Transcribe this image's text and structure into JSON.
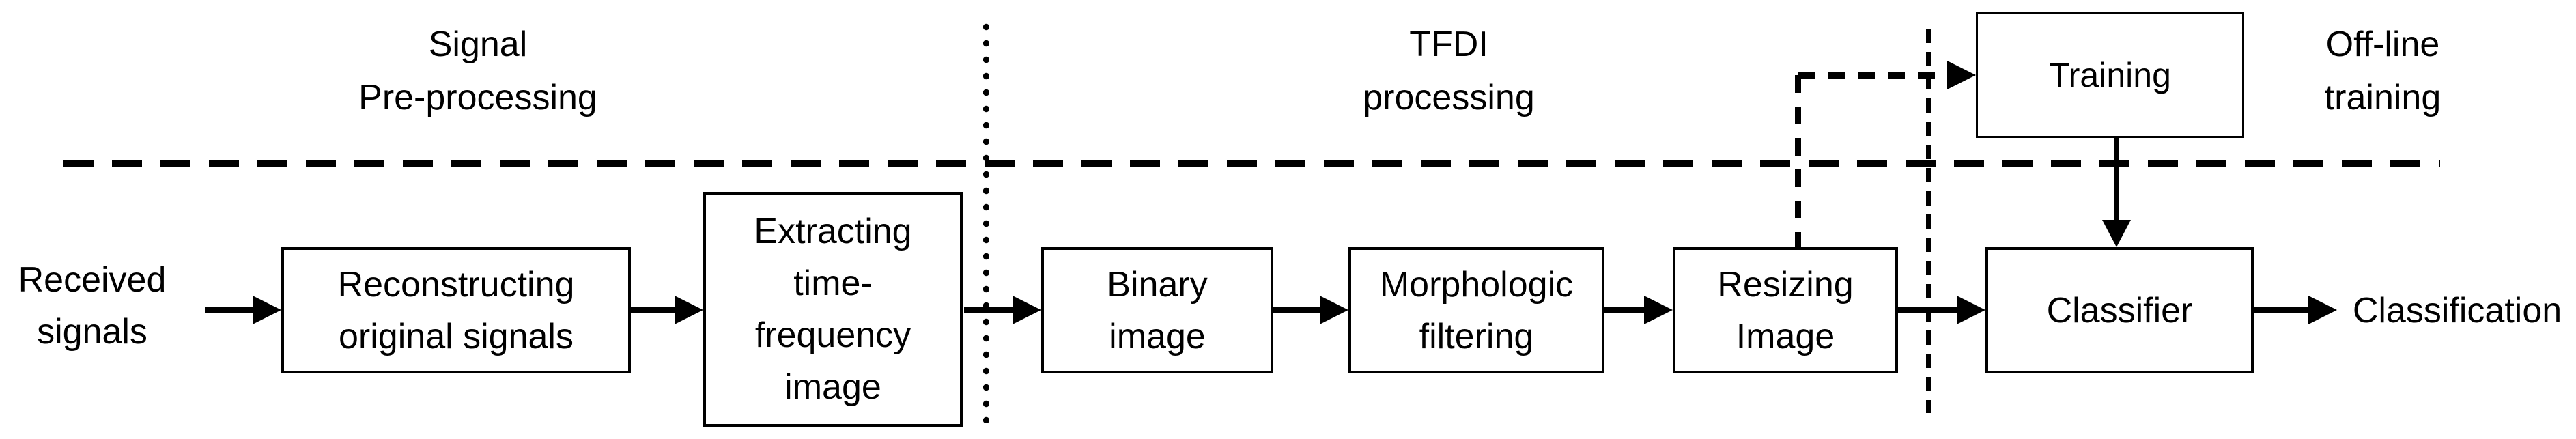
{
  "colors": {
    "line": "#000000",
    "background": "#ffffff",
    "text": "#000000"
  },
  "sections": {
    "preprocessing": {
      "label": "Signal\nPre-processing"
    },
    "tfdi": {
      "label": "TFDI\nprocessing"
    },
    "offline": {
      "label": "Off-line\ntraining"
    }
  },
  "nodes": {
    "received": "Received\nsignals",
    "reconstructing": "Reconstructing\noriginal signals",
    "extracting": "Extracting\ntime-\nfrequency\nimage",
    "binary": "Binary\nimage",
    "morphologic": "Morphologic\nfiltering",
    "resizing": "Resizing\nImage",
    "training": "Training",
    "classifier": "Classifier",
    "classification": "Classification"
  }
}
